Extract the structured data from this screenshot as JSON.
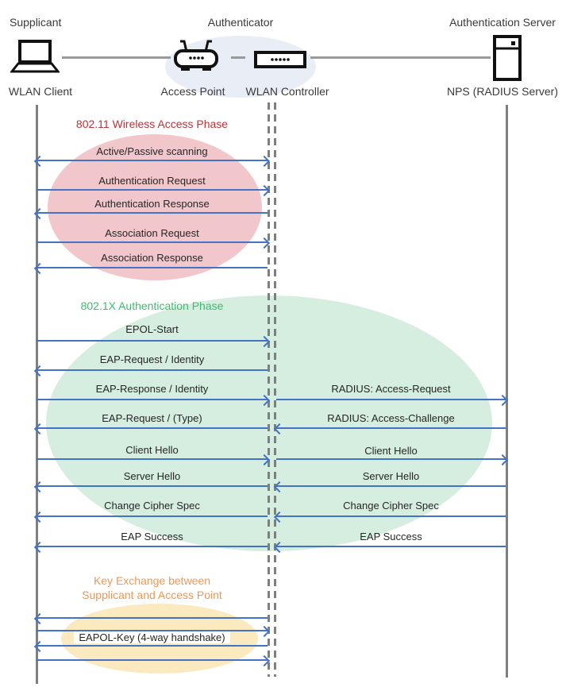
{
  "roles": {
    "supplicant": "Supplicant",
    "authenticator": "Authenticator",
    "auth_server": "Authentication Server"
  },
  "nodes": {
    "client": "WLAN Client",
    "access_point": "Access Point",
    "controller": "WLAN Controller",
    "server": "NPS (RADIUS Server)"
  },
  "phase1": {
    "title": "802.11 Wireless Access Phase",
    "scanning": "Active/Passive scanning",
    "auth_request": "Authentication Request",
    "auth_response": "Authentication Response",
    "assoc_request": "Association Request",
    "assoc_response": "Association Response"
  },
  "phase2": {
    "title": "802.1X Authentication Phase",
    "left": {
      "epol_start": "EPOL-Start",
      "eap_request_identity": "EAP-Request / Identity",
      "eap_response_identity": "EAP-Response / Identity",
      "eap_request_type": "EAP-Request / (Type)",
      "client_hello": "Client Hello",
      "server_hello": "Server Hello",
      "change_cipher_spec": "Change Cipher Spec",
      "eap_success": "EAP Success"
    },
    "right": {
      "radius_access_request": "RADIUS: Access-Request",
      "radius_access_challenge": "RADIUS: Access-Challenge",
      "client_hello": "Client Hello",
      "server_hello": "Server Hello",
      "change_cipher_spec": "Change Cipher Spec",
      "eap_success": "EAP Success"
    }
  },
  "phase3": {
    "title_line1": "Key Exchange between",
    "title_line2": "Supplicant and Access Point",
    "eapol_key": "EAPOL-Key (4-way handshake)"
  },
  "colors": {
    "arrow_blue": "#4472c4",
    "lifeline_gray": "#7f7f7f",
    "phase1_title": "#b73439",
    "phase2_title": "#3fbb72",
    "phase3_title": "#ed9853",
    "phase1_ellipse": "#f2c7cb",
    "phase2_ellipse": "#d5eedf",
    "phase3_ellipse": "#fbeac0",
    "authenticator_ellipse": "#e9edf6"
  }
}
